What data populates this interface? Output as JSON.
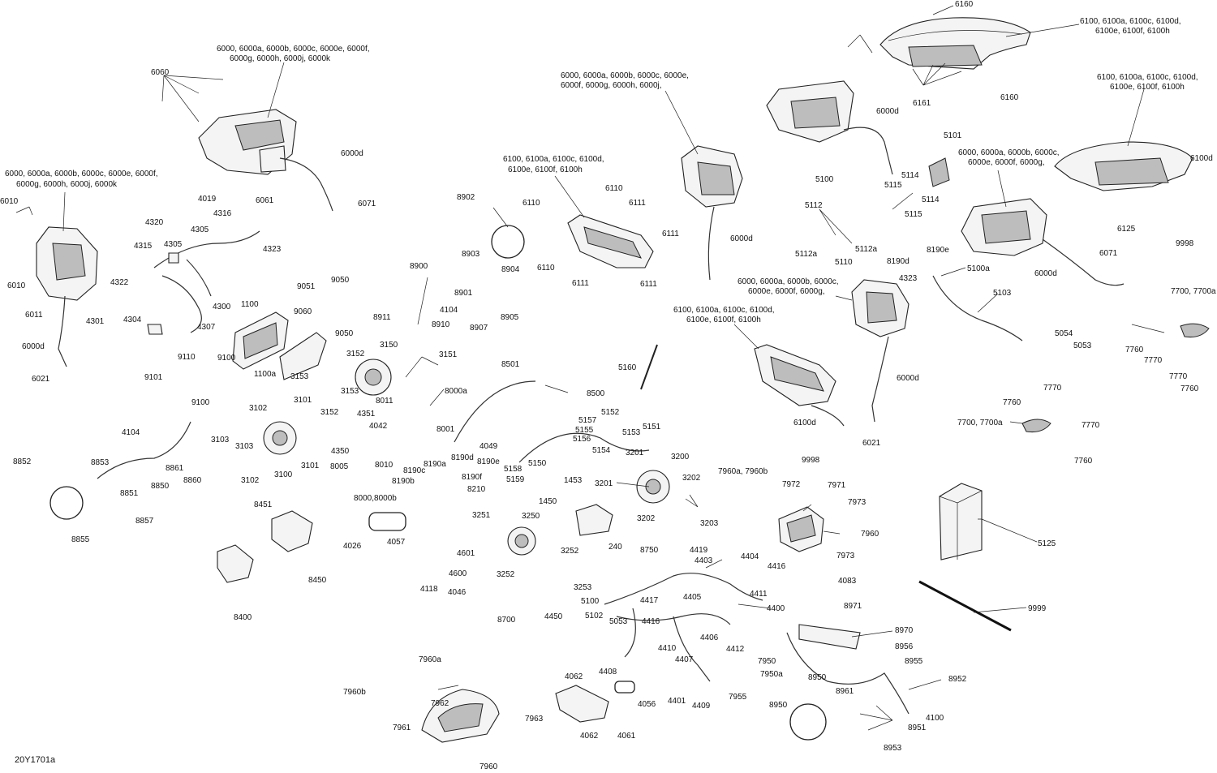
{
  "diagram": {
    "reference": "20Y1701a",
    "labels": [
      "6160",
      "6100, 6100a, 6100c, 6100d,",
      "6100e, 6100f, 6100h",
      "6161",
      "6160",
      "6060",
      "6000, 6000a, 6000b, 6000c, 6000e, 6000f,",
      "6000g, 6000h, 6000j, 6000k",
      "6061",
      "6000d",
      "6071",
      "6000, 6000a, 6000b, 6000c, 6000e, 6000f,",
      "6000g, 6000h, 6000j, 6000k",
      "6010",
      "6010",
      "6011",
      "4301",
      "6000d",
      "6021",
      "4019",
      "4316",
      "4320",
      "4305",
      "4315",
      "4305",
      "4323",
      "4322",
      "4300",
      "4304",
      "4307",
      "6000, 6000a, 6000b, 6000c, 6000e,",
      "6000f, 6000g, 6000h, 6000j,",
      "6000d",
      "6100, 6100a, 6100c, 6100d,",
      "6100e, 6100f, 6100h",
      "6110",
      "6110",
      "6111",
      "6111",
      "6110",
      "6111",
      "6111",
      "6000d",
      "8902",
      "8900",
      "8903",
      "8901",
      "8904",
      "4104",
      "8905",
      "8911",
      "8910",
      "8907",
      "9051",
      "9050",
      "9060",
      "9050",
      "1100",
      "1100a",
      "9110",
      "9100",
      "9101",
      "9100",
      "3152",
      "3150",
      "3151",
      "3153",
      "3153",
      "3152",
      "3101",
      "4351",
      "4042",
      "8011",
      "8000a",
      "8001",
      "8501",
      "8500",
      "4049",
      "4350",
      "8005",
      "8010",
      "8000,8000b",
      "3102",
      "3103",
      "3103",
      "3100",
      "3101",
      "3102",
      "4104",
      "8853",
      "8852",
      "8861",
      "8860",
      "8850",
      "8851",
      "8857",
      "8855",
      "8451",
      "8450",
      "8400",
      "4026",
      "4057",
      "5160",
      "5157",
      "5155",
      "5156",
      "5152",
      "5153",
      "5151",
      "5154",
      "8190d",
      "8190a",
      "8190e",
      "8190c",
      "8190f",
      "8190b",
      "8210",
      "5158",
      "5159",
      "5150",
      "1453",
      "1450",
      "3201",
      "3200",
      "3202",
      "3201",
      "3202",
      "3203",
      "3251",
      "3250",
      "3252",
      "3252",
      "3253",
      "4601",
      "4600",
      "4118",
      "4046",
      "240",
      "8750",
      "4419",
      "4403",
      "4404",
      "4416",
      "4405",
      "4411",
      "4400",
      "5100",
      "4417",
      "5102",
      "5053",
      "4416",
      "4406",
      "4410",
      "4412",
      "4407",
      "4408",
      "4401",
      "4409",
      "8700",
      "4450",
      "4062",
      "4056",
      "4062",
      "4061",
      "7960a",
      "7960b",
      "7962",
      "7961",
      "7963",
      "7960",
      "5100",
      "5101",
      "5115",
      "5114",
      "5114",
      "5115",
      "5112",
      "5112a",
      "5110",
      "5112a",
      "8190d",
      "8190e",
      "6000, 6000a, 6000b, 6000c,",
      "6000e, 6000f, 6000g,",
      "6100d",
      "6125",
      "9998",
      "6100, 6100a, 6100c, 6100d,",
      "6100e, 6100f, 6100h",
      "6000d",
      "6071",
      "4323",
      "5100a",
      "5103",
      "5054",
      "5053",
      "6000, 6000a, 6000b, 6000c,",
      "6000e, 6000f, 6000g,",
      "6100, 6100a, 6100c, 6100d,",
      "6100e, 6100f, 6100h",
      "6000d",
      "6100d",
      "6021",
      "9998",
      "7700, 7700a",
      "7760",
      "7770",
      "7770",
      "7760",
      "7770",
      "7760",
      "7700, 7700a",
      "7770",
      "7760",
      "7960a, 7960b",
      "7972",
      "7971",
      "7973",
      "7960",
      "7973",
      "5125",
      "9999",
      "4083",
      "8971",
      "8970",
      "8956",
      "8955",
      "8950",
      "8952",
      "4100",
      "8951",
      "8961",
      "8950",
      "8953",
      "7950",
      "7950a",
      "7955"
    ]
  }
}
